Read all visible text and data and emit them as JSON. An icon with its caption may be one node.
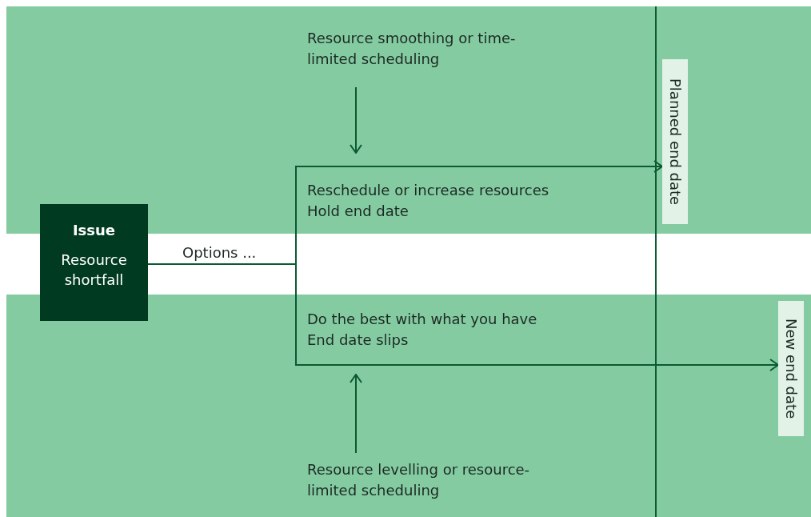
{
  "diagram": {
    "nodes": [
      {
        "text": [
          "Issue",
          "Resource shortfall"
        ]
      },
      {
        "text": [
          "Resource smoothing or time-limited scheduling"
        ]
      },
      {
        "text": [
          "Reschedule or increase resources",
          "Hold end date"
        ]
      },
      {
        "text": [
          "Planned end date"
        ]
      },
      {
        "text": [
          "Do the best with what you have",
          "End date slips"
        ]
      },
      {
        "text": [
          "Resource levelling or resource-limited scheduling"
        ]
      },
      {
        "text": [
          "New end date"
        ]
      }
    ],
    "edges": [
      {
        "from": 0,
        "to": 3,
        "arrow": "to",
        "label": "Options ..."
      },
      {
        "from": 0,
        "to": 6,
        "arrow": "to"
      },
      {
        "from": 1,
        "to": 2,
        "arrow": "to"
      },
      {
        "from": 5,
        "to": 4,
        "arrow": "to"
      }
    ]
  }
}
